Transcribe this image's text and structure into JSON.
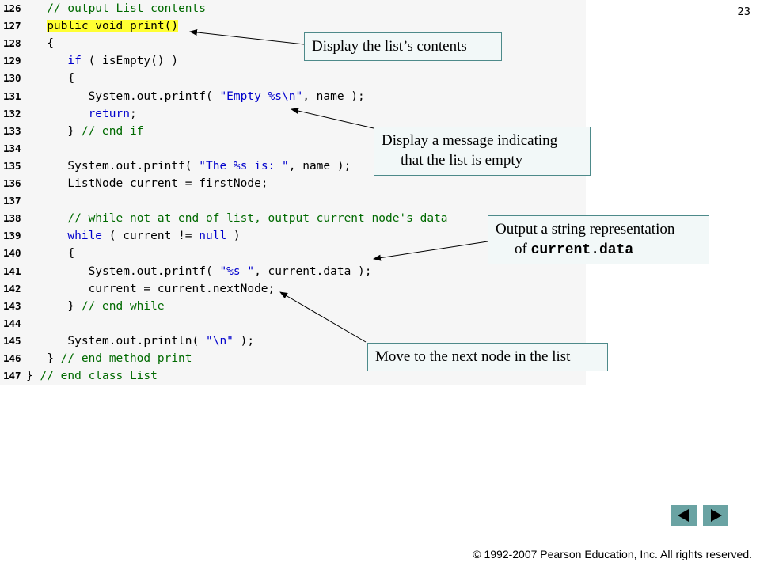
{
  "slide": {
    "page_number": "23"
  },
  "code": [
    {
      "num": "126",
      "parts": [
        {
          "t": "   "
        },
        {
          "t": "// output List contents",
          "c": "cm"
        }
      ]
    },
    {
      "num": "127",
      "parts": [
        {
          "t": "   "
        },
        {
          "t": "public void print()",
          "c": "hl"
        }
      ]
    },
    {
      "num": "128",
      "parts": [
        {
          "t": "   {"
        }
      ]
    },
    {
      "num": "129",
      "parts": [
        {
          "t": "      "
        },
        {
          "t": "if",
          "c": "kw"
        },
        {
          "t": " ( isEmpty() )"
        }
      ]
    },
    {
      "num": "130",
      "parts": [
        {
          "t": "      {"
        }
      ]
    },
    {
      "num": "131",
      "parts": [
        {
          "t": "         System.out.printf( "
        },
        {
          "t": "\"Empty %s\\n\"",
          "c": "st"
        },
        {
          "t": ", name );"
        }
      ]
    },
    {
      "num": "132",
      "parts": [
        {
          "t": "         "
        },
        {
          "t": "return",
          "c": "kw"
        },
        {
          "t": ";"
        }
      ]
    },
    {
      "num": "133",
      "parts": [
        {
          "t": "      } "
        },
        {
          "t": "// end if",
          "c": "cm"
        }
      ]
    },
    {
      "num": "134",
      "parts": [
        {
          "t": ""
        }
      ]
    },
    {
      "num": "135",
      "parts": [
        {
          "t": "      System.out.printf( "
        },
        {
          "t": "\"The %s is: \"",
          "c": "st"
        },
        {
          "t": ", name );"
        }
      ]
    },
    {
      "num": "136",
      "parts": [
        {
          "t": "      ListNode current = firstNode;"
        }
      ]
    },
    {
      "num": "137",
      "parts": [
        {
          "t": ""
        }
      ]
    },
    {
      "num": "138",
      "parts": [
        {
          "t": "      "
        },
        {
          "t": "// while not at end of list, output current node's data",
          "c": "cm"
        }
      ]
    },
    {
      "num": "139",
      "parts": [
        {
          "t": "      "
        },
        {
          "t": "while",
          "c": "kw"
        },
        {
          "t": " ( current != "
        },
        {
          "t": "null",
          "c": "kw"
        },
        {
          "t": " )"
        }
      ]
    },
    {
      "num": "140",
      "parts": [
        {
          "t": "      {"
        }
      ]
    },
    {
      "num": "141",
      "parts": [
        {
          "t": "         System.out.printf( "
        },
        {
          "t": "\"%s \"",
          "c": "st"
        },
        {
          "t": ", current.data );"
        }
      ]
    },
    {
      "num": "142",
      "parts": [
        {
          "t": "         current = current.nextNode;"
        }
      ]
    },
    {
      "num": "143",
      "parts": [
        {
          "t": "      } "
        },
        {
          "t": "// end while",
          "c": "cm"
        }
      ]
    },
    {
      "num": "144",
      "parts": [
        {
          "t": ""
        }
      ]
    },
    {
      "num": "145",
      "parts": [
        {
          "t": "      System.out.println( "
        },
        {
          "t": "\"\\n\"",
          "c": "st"
        },
        {
          "t": " );"
        }
      ]
    },
    {
      "num": "146",
      "parts": [
        {
          "t": "   } "
        },
        {
          "t": "// end method print",
          "c": "cm"
        }
      ]
    },
    {
      "num": "147",
      "parts": [
        {
          "t": "} "
        },
        {
          "t": "// end class List",
          "c": "cm"
        }
      ]
    }
  ],
  "callouts": {
    "display_contents": "Display the list’s contents",
    "empty_message_line1": "Display a message indicating",
    "empty_message_line2": "that the list is empty",
    "output_string_line1": "Output a string representation",
    "output_string_of": "of ",
    "output_string_code": "current.data",
    "next_node": "Move to the next node in the list"
  },
  "footer": {
    "copyright": "© 1992-2007 Pearson Education, Inc.  All rights reserved."
  },
  "icons": {
    "prev": "triangle-left-icon",
    "next": "triangle-right-icon"
  },
  "colors": {
    "keyword": "#0000cc",
    "comment": "#006a00",
    "highlight": "#ffff33",
    "nav": "#6aa3a3"
  }
}
